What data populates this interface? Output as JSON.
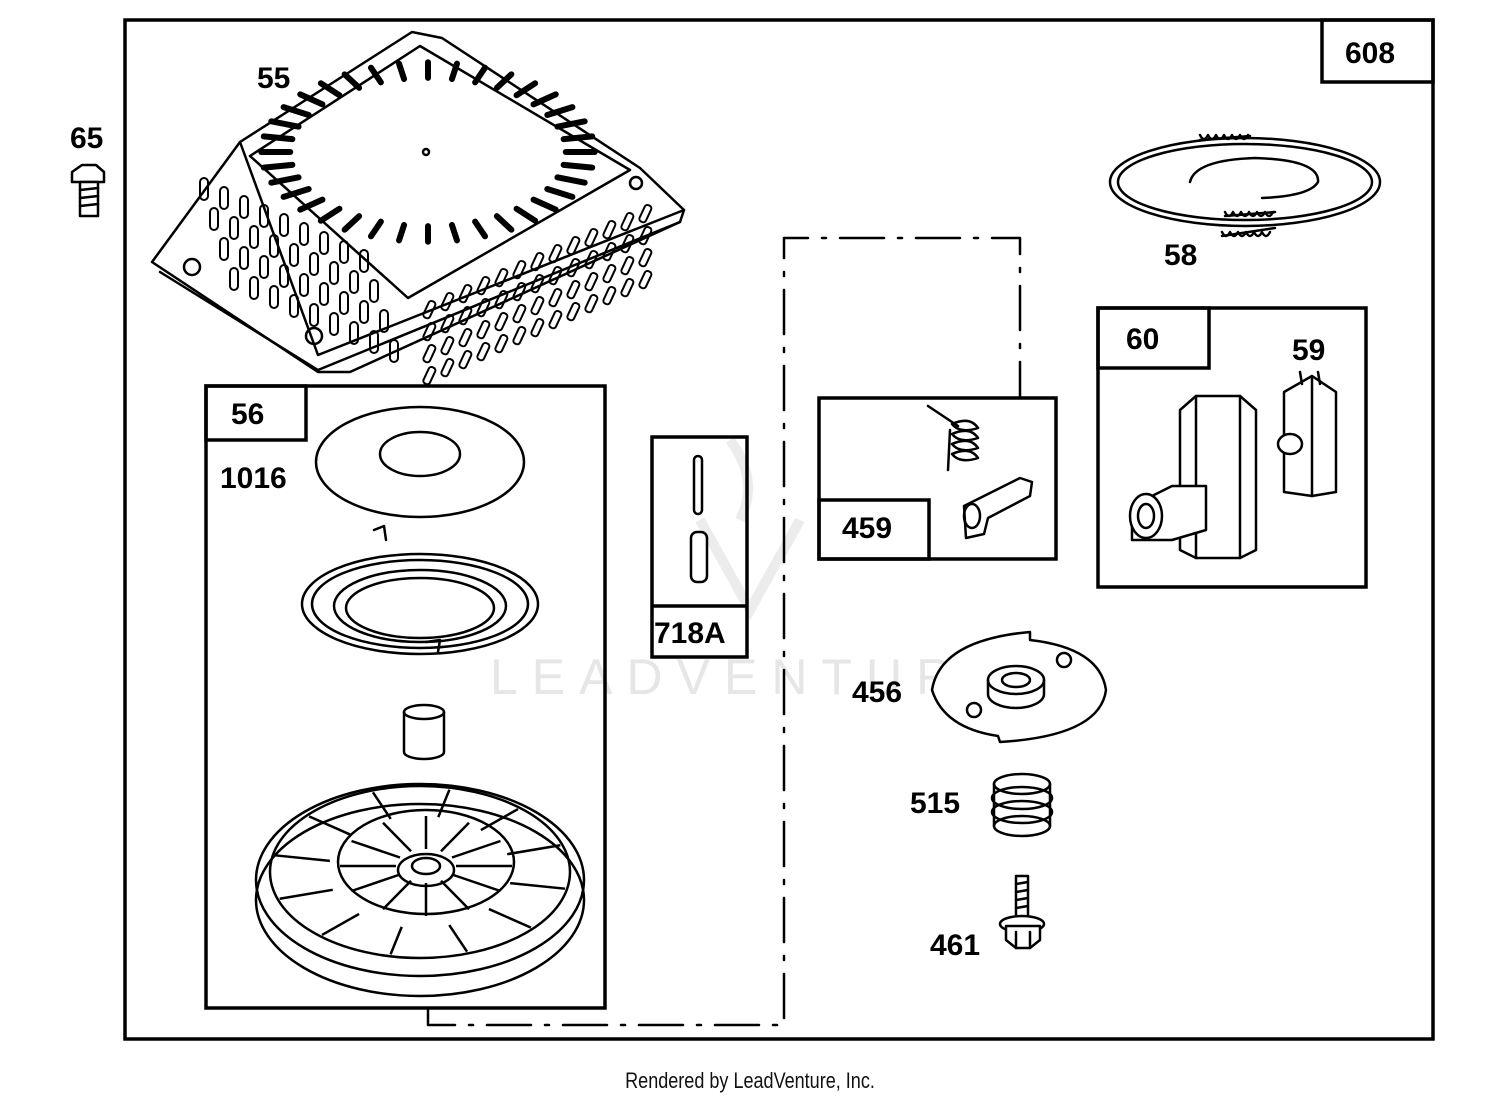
{
  "labels": {
    "frame": "608",
    "housing": "55",
    "bolt": "65",
    "rope": "58",
    "handle_kit": "60",
    "handle_insert": "59",
    "starter_kit": "56",
    "washer": "1016",
    "pin_kit": "718A",
    "pawl_kit": "459",
    "retainer": "456",
    "spring": "515",
    "screw": "461"
  },
  "watermark": "LEADVENTURE",
  "footer": "Rendered by LeadVenture, Inc."
}
